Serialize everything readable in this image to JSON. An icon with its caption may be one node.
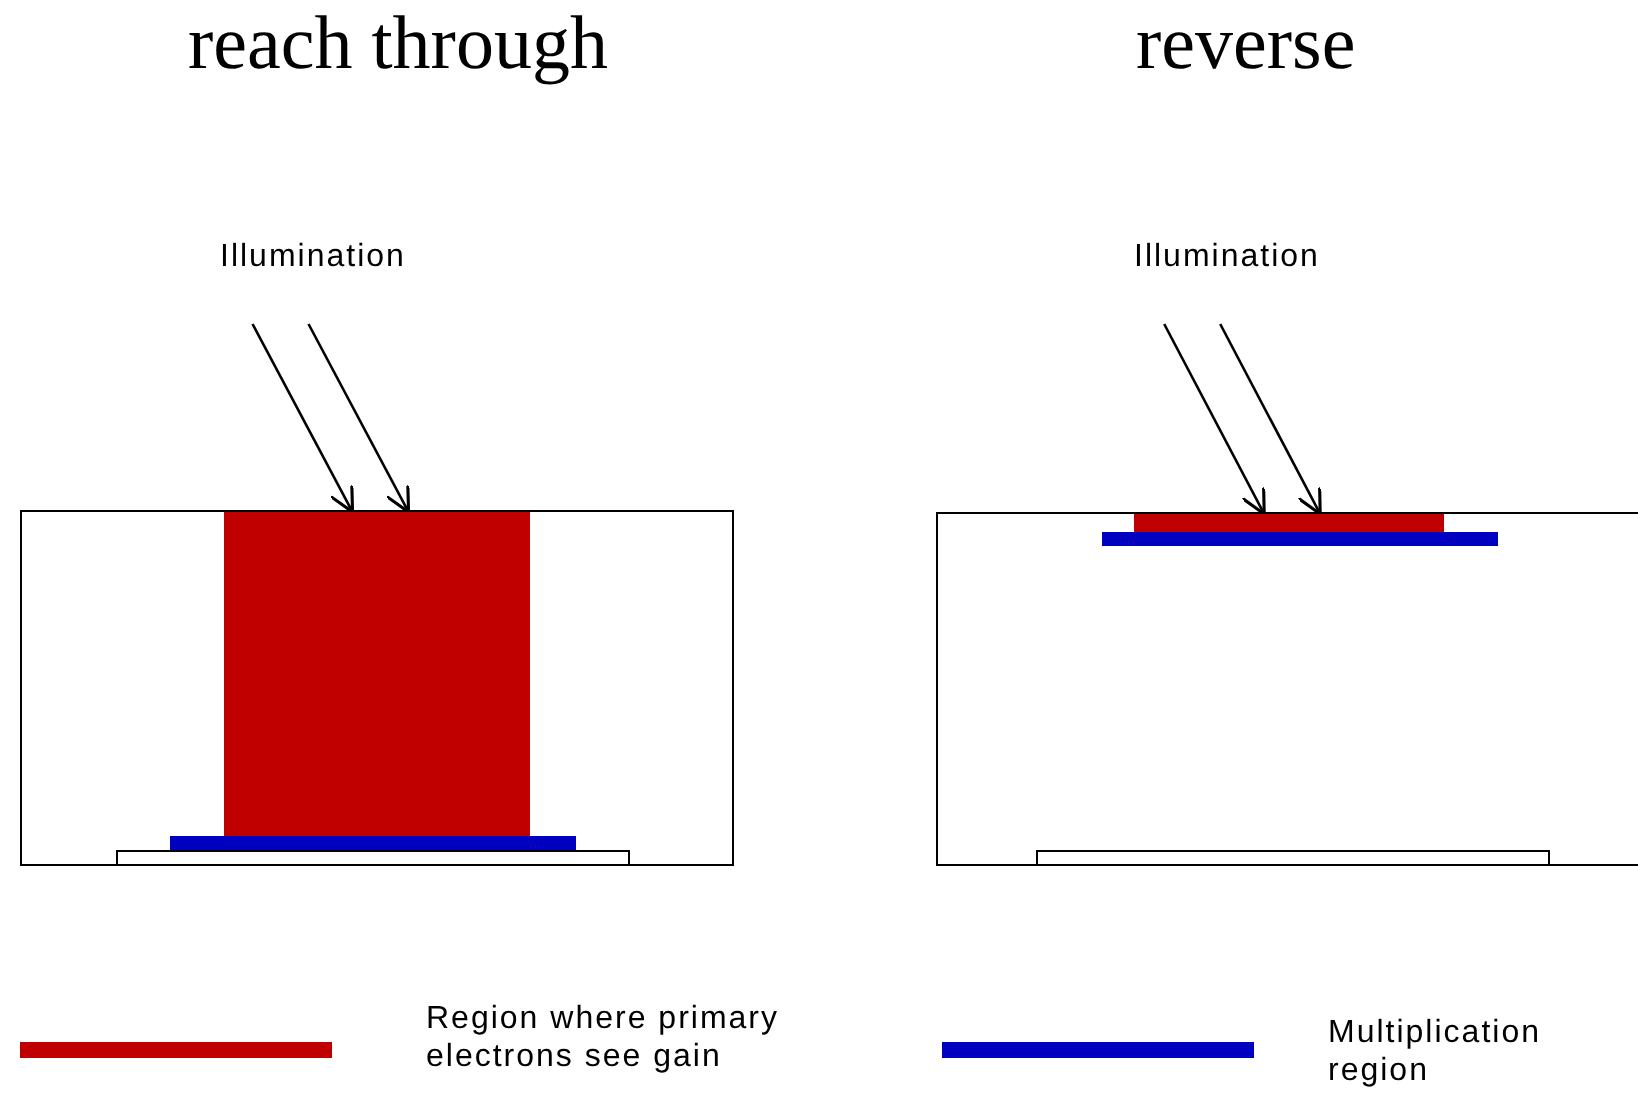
{
  "diagram": {
    "nodes": [
      {
        "text": [
          "Illumination"
        ]
      },
      {
        "text": [],
        "shape": "box"
      },
      {
        "text": [],
        "shape": "bar",
        "in": 1
      },
      {
        "text": [],
        "shape": "bar",
        "in": 1
      },
      {
        "text": [],
        "shape": "box",
        "in": 1
      },
      {
        "text": [
          "Illumination"
        ]
      },
      {
        "text": [],
        "shape": "box"
      },
      {
        "text": [],
        "shape": "bar",
        "in": 6
      },
      {
        "text": [],
        "shape": "bar",
        "in": 6
      },
      {
        "text": [],
        "shape": "box",
        "in": 6
      }
    ],
    "edges": [
      {
        "from": 0,
        "to": 2,
        "arrow": "to"
      },
      {
        "from": 0,
        "to": 2,
        "arrow": "to"
      },
      {
        "from": 5,
        "to": 7,
        "arrow": "to"
      },
      {
        "from": 5,
        "to": 7,
        "arrow": "to"
      }
    ],
    "labels": [
      "reach through",
      "reverse"
    ],
    "legend": [
      {
        "text": "Region where primary electrons see gain",
        "color": "#c00000"
      },
      {
        "text": "Multiplication region",
        "color": "#0000c0"
      }
    ]
  }
}
